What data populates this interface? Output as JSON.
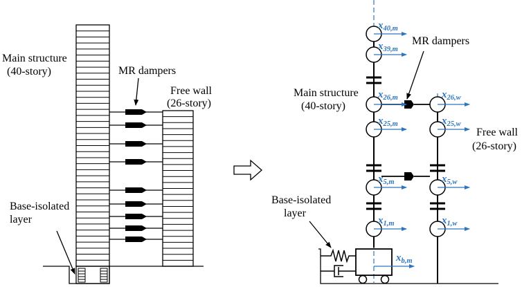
{
  "left_panel": {
    "main_structure_label_1": "Main structure",
    "main_structure_label_2": "(40-story)",
    "mr_dampers_label": "MR dampers",
    "free_wall_label_1": "Free wall",
    "free_wall_label_2": "(26-story)",
    "base_isolated_label_1": "Base-isolated",
    "base_isolated_label_2": "layer"
  },
  "right_panel": {
    "mr_dampers_label": "MR dampers",
    "main_structure_label_1": "Main structure",
    "main_structure_label_2": "(40-story)",
    "free_wall_label_1": "Free wall",
    "free_wall_label_2": "(26-story)",
    "base_isolated_label_1": "Base-isolated",
    "base_isolated_label_2": "layer",
    "dof_labels": {
      "x40m": {
        "base": "x",
        "sub": "40,m"
      },
      "x39m": {
        "base": "x",
        "sub": "39,m"
      },
      "x26m": {
        "base": "x",
        "sub": "26,m"
      },
      "x25m": {
        "base": "x",
        "sub": "25,m"
      },
      "x5m": {
        "base": "x",
        "sub": "5,m"
      },
      "x1m": {
        "base": "x",
        "sub": "1,m"
      },
      "xbm": {
        "base": "x",
        "sub": "b,m"
      },
      "x26w": {
        "base": "x",
        "sub": "26,w"
      },
      "x25w": {
        "base": "x",
        "sub": "25,w"
      },
      "x5w": {
        "base": "x",
        "sub": "5,w"
      },
      "x1w": {
        "base": "x",
        "sub": "1,w"
      }
    }
  },
  "colors": {
    "accent": "#2e75c0",
    "ink": "#000000"
  }
}
